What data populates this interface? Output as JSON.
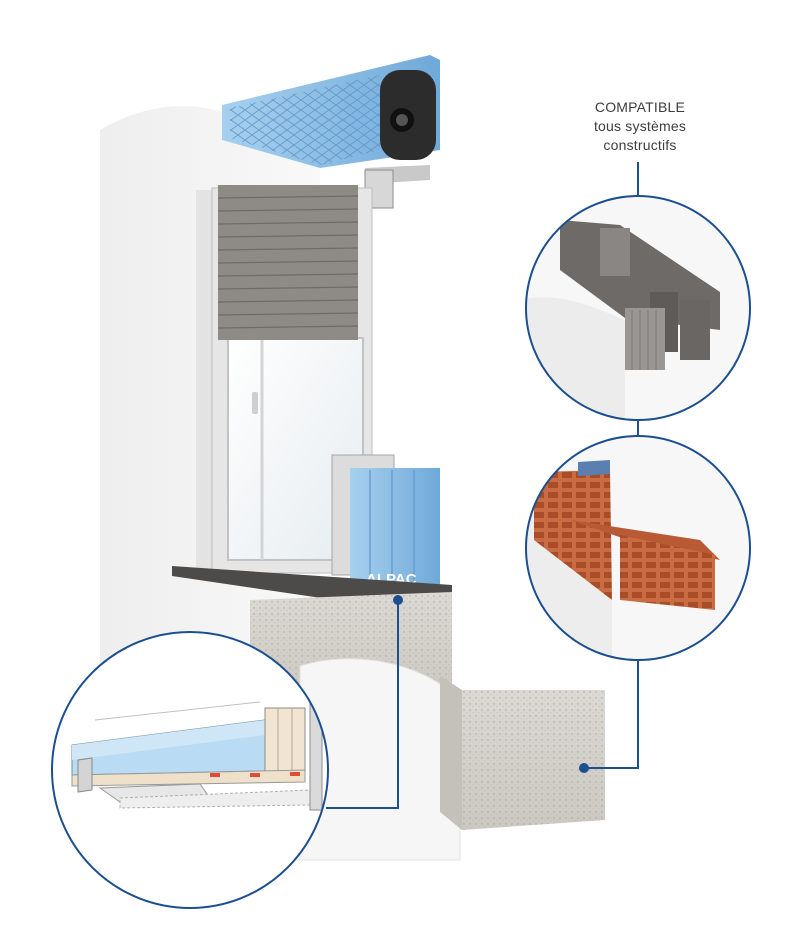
{
  "callout": {
    "line1": "COMPATIBLE",
    "line2": "tous systèmes",
    "line3": "constructifs"
  },
  "brand": {
    "name": "ALPAC"
  },
  "colors": {
    "accent_line": "#1c4f8f",
    "insulation_blue": "#8fc1e8",
    "shutter_grey": "#8d8a86",
    "concrete": "#d9d6d1",
    "brick": "#c8643d",
    "render_white": "#f4f4f4"
  }
}
